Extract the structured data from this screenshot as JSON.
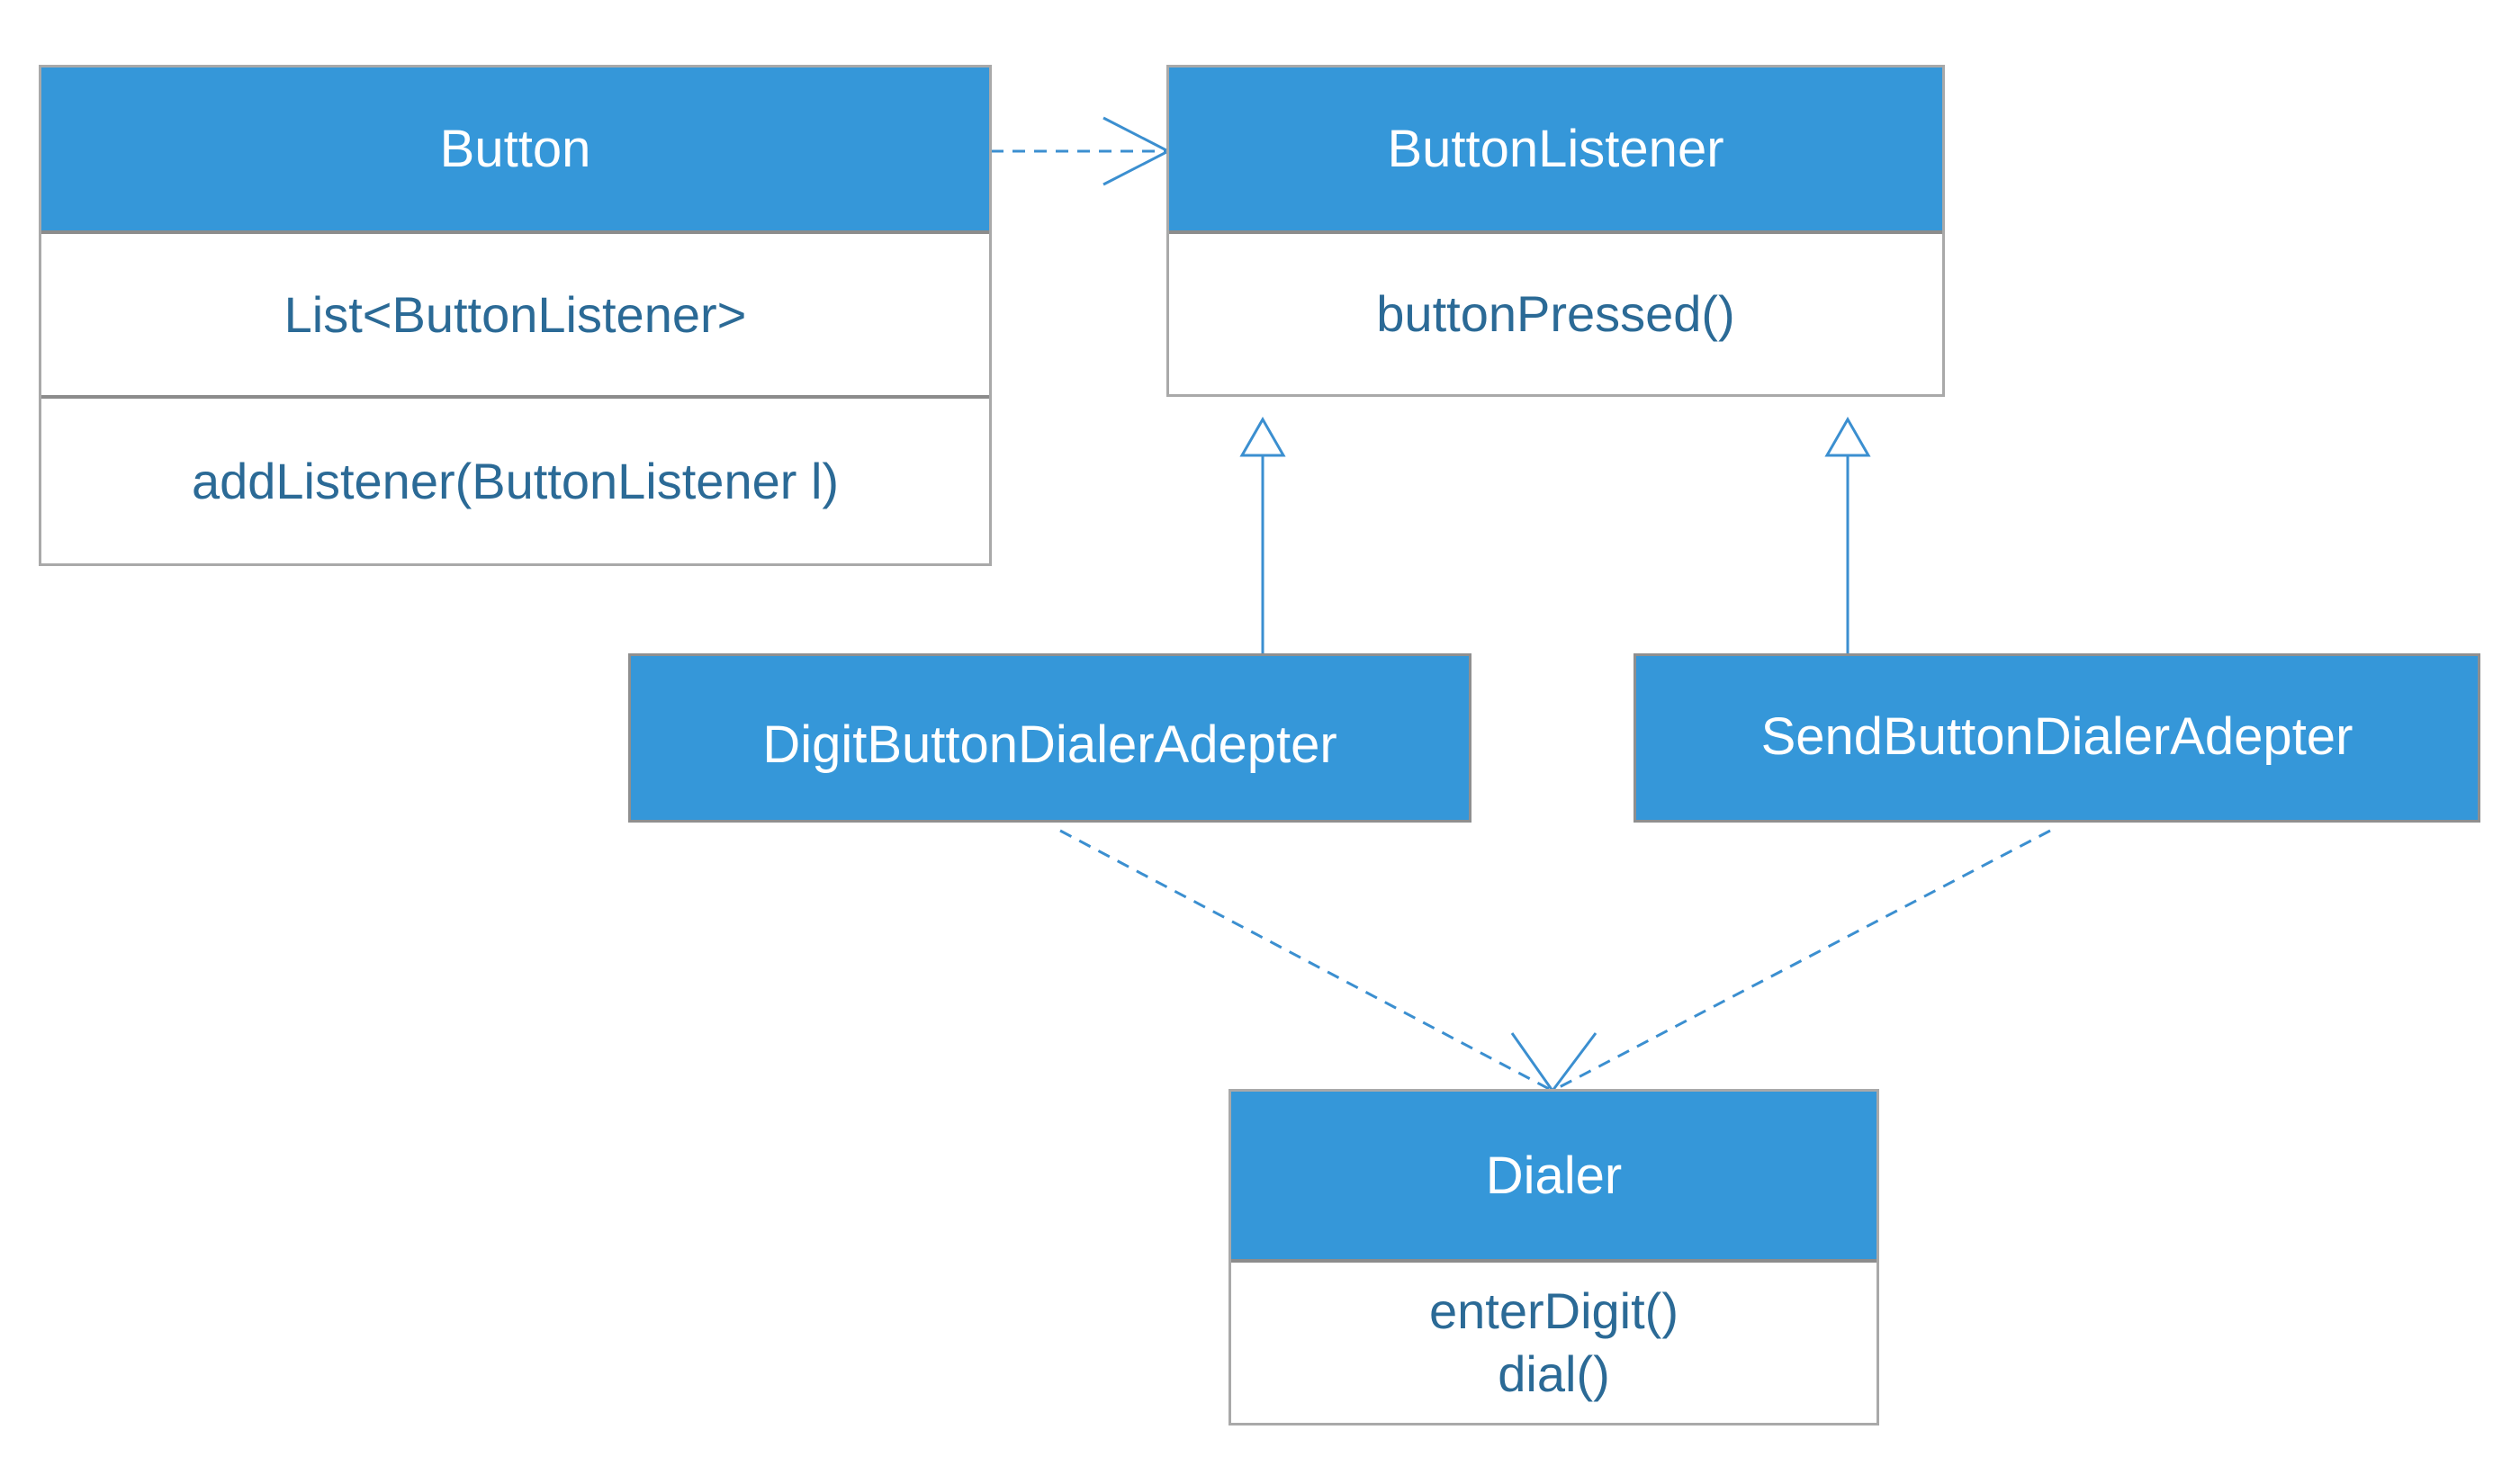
{
  "classes": {
    "button": {
      "name": "Button",
      "attributes": [
        "List<ButtonListener>"
      ],
      "methods": [
        "addListener(ButtonListener l)"
      ]
    },
    "button_listener": {
      "name": "ButtonListener",
      "methods": [
        "buttonPressed()"
      ]
    },
    "digit_adapter": {
      "name": "DigitButtonDialerAdepter"
    },
    "send_adapter": {
      "name": "SendButtonDialerAdepter"
    },
    "dialer": {
      "name": "Dialer",
      "methods": [
        "enterDigit()",
        "dial()"
      ]
    }
  },
  "colors": {
    "header_fill": "#3597d9",
    "member_text": "#2b6a96",
    "connector": "#3b8fd0",
    "border": "#a9a9a9"
  }
}
